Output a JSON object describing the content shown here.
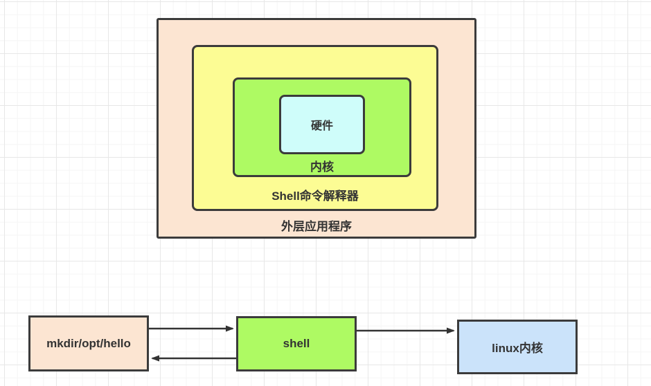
{
  "colors": {
    "peach": "#FCE5D2",
    "yellow": "#FCFC94",
    "green": "#AEFA63",
    "cyan": "#CFFDFA",
    "blue": "#CBE3FA",
    "border": "#3B3B3B",
    "arrow": "#333333",
    "grid-minor": "#F5F5F5",
    "grid-major": "#E7E7E7"
  },
  "nested_diagram": {
    "outer_label": "外层应用程序",
    "shell_label": "Shell命令解释器",
    "kernel_label": "内核",
    "hardware_label": "硬件"
  },
  "flow_diagram": {
    "command_box": "mkdir/opt/hello",
    "shell_box": "shell",
    "kernel_box": "linux内核"
  }
}
